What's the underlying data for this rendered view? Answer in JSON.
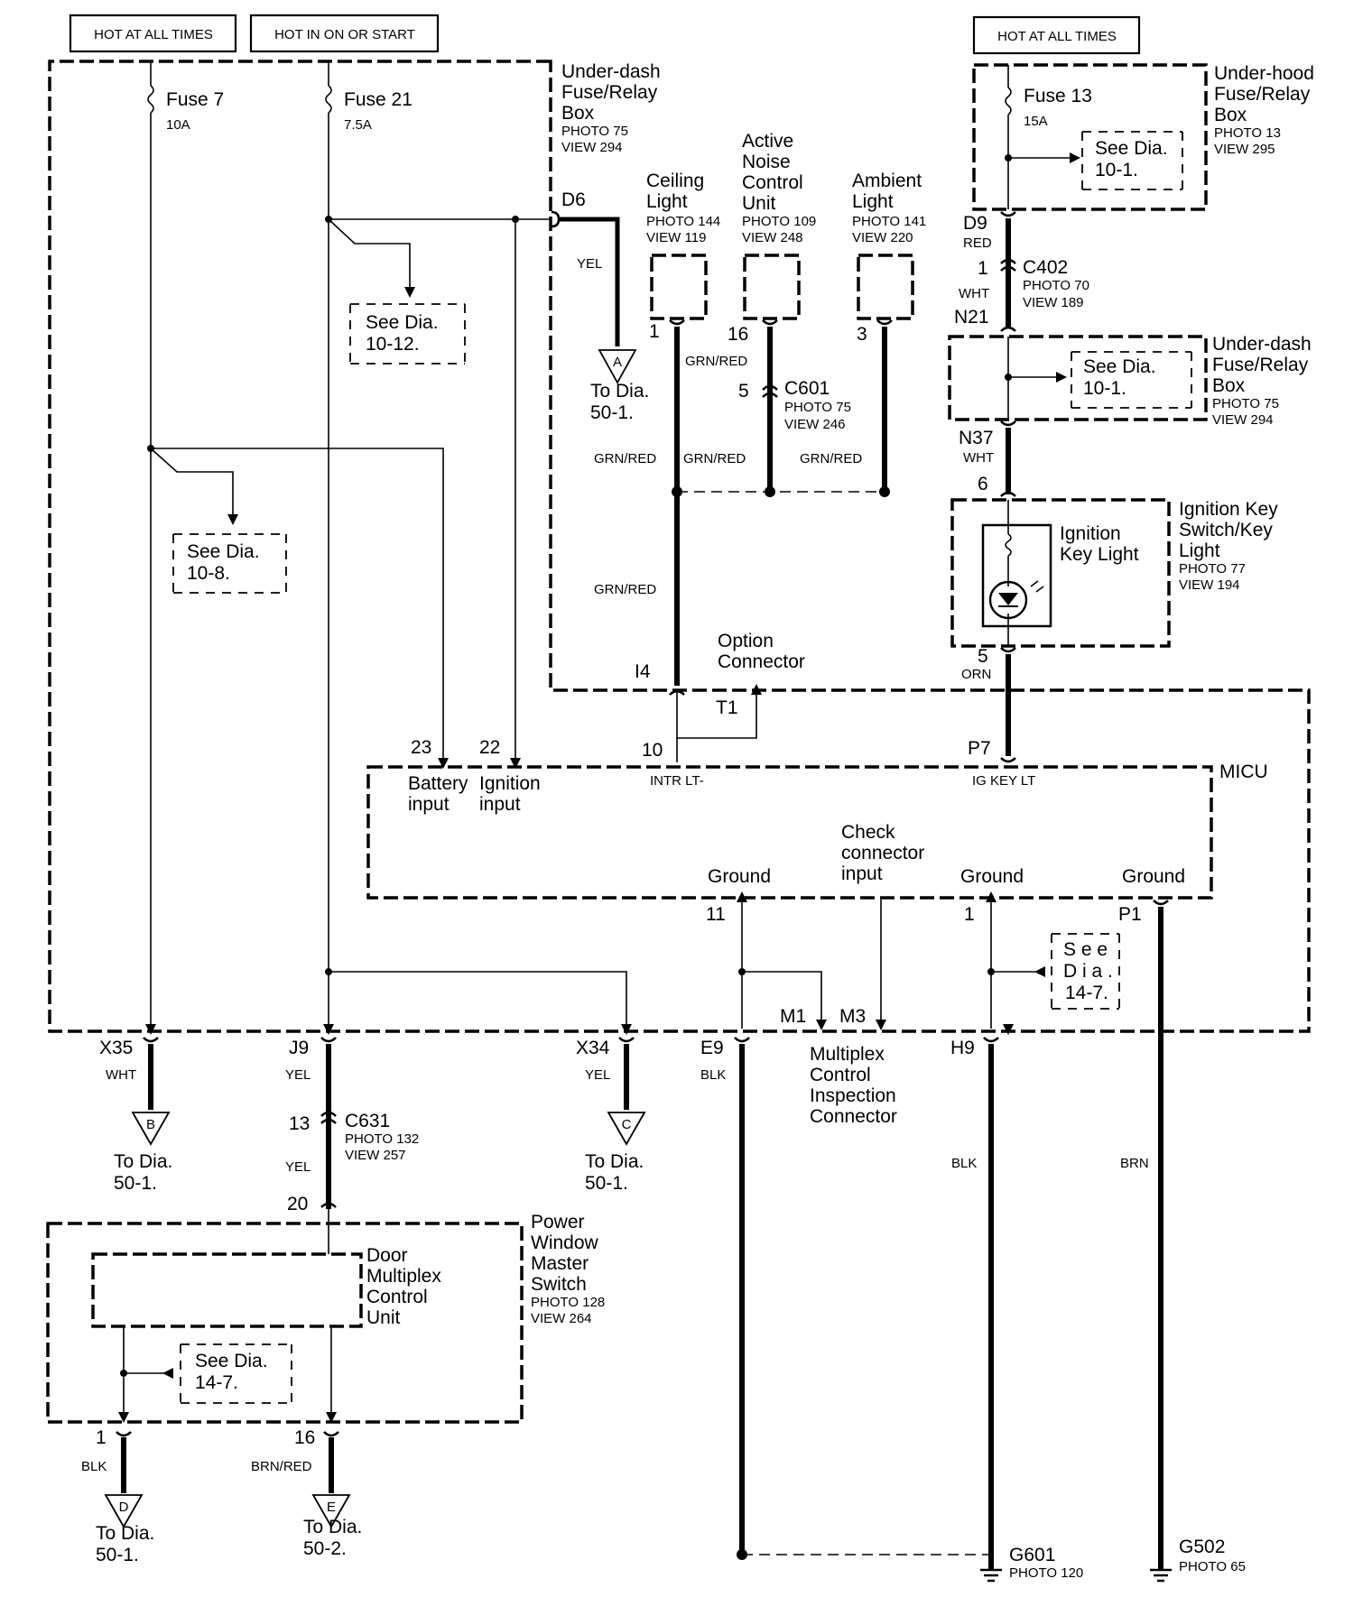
{
  "header_boxes": {
    "hot_always_left": "HOT AT ALL TIMES",
    "hot_in_on_start": "HOT IN ON OR START",
    "hot_always_right": "HOT AT ALL TIMES"
  },
  "underdash_box": {
    "name_l1": "Under-dash",
    "name_l2": "Fuse/Relay",
    "name_l3": "Box",
    "photo": "PHOTO 75",
    "view": "VIEW 294",
    "fuse7": {
      "label": "Fuse 7",
      "rating": "10A"
    },
    "fuse21": {
      "label": "Fuse 21",
      "rating": "7.5A"
    },
    "see_dia_1012": {
      "l1": "See Dia.",
      "l2": "10-12."
    },
    "see_dia_108": {
      "l1": "See Dia.",
      "l2": "10-8."
    }
  },
  "d6": {
    "pin": "D6",
    "color": "YEL",
    "arrow": "A",
    "to_l1": "To Dia.",
    "to_l2": "50-1."
  },
  "ceiling_light": {
    "l1": "Ceiling",
    "l2": "Light",
    "photo": "PHOTO 144",
    "view": "VIEW 119",
    "pin": "1"
  },
  "anc_unit": {
    "l1": "Active",
    "l2": "Noise",
    "l3": "Control",
    "l4": "Unit",
    "photo": "PHOTO 109",
    "view": "VIEW 248",
    "pin": "16",
    "wire": "GRN/RED"
  },
  "ambient_light": {
    "l1": "Ambient",
    "l2": "Light",
    "photo": "PHOTO 141",
    "view": "VIEW 220",
    "pin": "3"
  },
  "c601": {
    "name": "C601",
    "pin": "5",
    "photo": "PHOTO 75",
    "view": "VIEW 246"
  },
  "grn_red_labels": {
    "a": "GRN/RED",
    "b": "GRN/RED",
    "c": "GRN/RED",
    "d": "GRN/RED"
  },
  "option_connector": {
    "l1": "Option",
    "l2": "Connector",
    "pin_i4": "I4",
    "pin_t1": "T1"
  },
  "underhood_box": {
    "name_l1": "Under-hood",
    "name_l2": "Fuse/Relay",
    "name_l3": "Box",
    "photo": "PHOTO 13",
    "view": "VIEW 295",
    "fuse13": {
      "label": "Fuse 13",
      "rating": "15A"
    },
    "see_dia": {
      "l1": "See Dia.",
      "l2": "10-1."
    }
  },
  "d9": {
    "pin": "D9",
    "color": "RED"
  },
  "c402": {
    "name": "C402",
    "pin": "1",
    "photo": "PHOTO 70",
    "view": "VIEW 189",
    "color": "WHT"
  },
  "n21": {
    "pin": "N21"
  },
  "underdash_right": {
    "name_l1": "Under-dash",
    "name_l2": "Fuse/Relay",
    "name_l3": "Box",
    "photo": "PHOTO 75",
    "view": "VIEW 294",
    "see_dia": {
      "l1": "See Dia.",
      "l2": "10-1."
    }
  },
  "n37": {
    "pin": "N37",
    "color": "WHT"
  },
  "ignition_switch": {
    "name_l1": "Ignition Key",
    "name_l2": "Switch/Key",
    "name_l3": "Light",
    "photo": "PHOTO 77",
    "view": "VIEW 194",
    "inner_l1": "Ignition",
    "inner_l2": "Key Light",
    "pin_top": "6",
    "pin_bottom": "5",
    "wire_bottom": "ORN"
  },
  "micu": {
    "name": "MICU",
    "pin23": "23",
    "pin22": "22",
    "pin10": "10",
    "pinP7": "P7",
    "battery_l1": "Battery",
    "battery_l2": "input",
    "ignition_l1": "Ignition",
    "ignition_l2": "input",
    "intr_lt": "INTR LT-",
    "ig_key_lt": "IG KEY LT",
    "ground1": "Ground",
    "ground2": "Ground",
    "ground3": "Ground",
    "check_l1": "Check",
    "check_l2": "connector",
    "check_l3": "input",
    "pin11": "11",
    "pin1": "1",
    "pinP1": "P1"
  },
  "see_dia_147_right": {
    "l1": "S e e",
    "l2": "D i a .",
    "l3": "14-7."
  },
  "mux_inspection": {
    "l1": "Multiplex",
    "l2": "Control",
    "l3": "Inspection",
    "l4": "Connector",
    "pinM1": "M1",
    "pinM3": "M3"
  },
  "bottom_pins": {
    "x35": "X35",
    "x35_color": "WHT",
    "j9": "J9",
    "j9_color": "YEL",
    "x34": "X34",
    "x34_color": "YEL",
    "e9": "E9",
    "e9_color": "BLK",
    "h9": "H9",
    "h9_color": "BLK",
    "brn": "BRN"
  },
  "to_b": {
    "arrow": "B",
    "l1": "To Dia.",
    "l2": "50-1."
  },
  "to_c": {
    "arrow": "C",
    "l1": "To Dia.",
    "l2": "50-1."
  },
  "c631": {
    "name": "C631",
    "pin13": "13",
    "pin20": "20",
    "photo": "PHOTO 132",
    "view": "VIEW 257",
    "color": "YEL"
  },
  "power_window": {
    "name_l1": "Power",
    "name_l2": "Window",
    "name_l3": "Master",
    "name_l4": "Switch",
    "photo": "PHOTO 128",
    "view": "VIEW 264",
    "door_l1": "Door",
    "door_l2": "Multiplex",
    "door_l3": "Control",
    "door_l4": "Unit",
    "see_dia": {
      "l1": "See Dia.",
      "l2": "14-7."
    }
  },
  "to_d": {
    "pin": "1",
    "color": "BLK",
    "arrow": "D",
    "l1": "To Dia.",
    "l2": "50-1."
  },
  "to_e": {
    "pin": "16",
    "color": "BRN/RED",
    "arrow": "E",
    "l1": "To Dia.",
    "l2": "50-2."
  },
  "g601": {
    "name": "G601",
    "photo": "PHOTO 120"
  },
  "g502": {
    "name": "G502",
    "photo": "PHOTO 65"
  }
}
